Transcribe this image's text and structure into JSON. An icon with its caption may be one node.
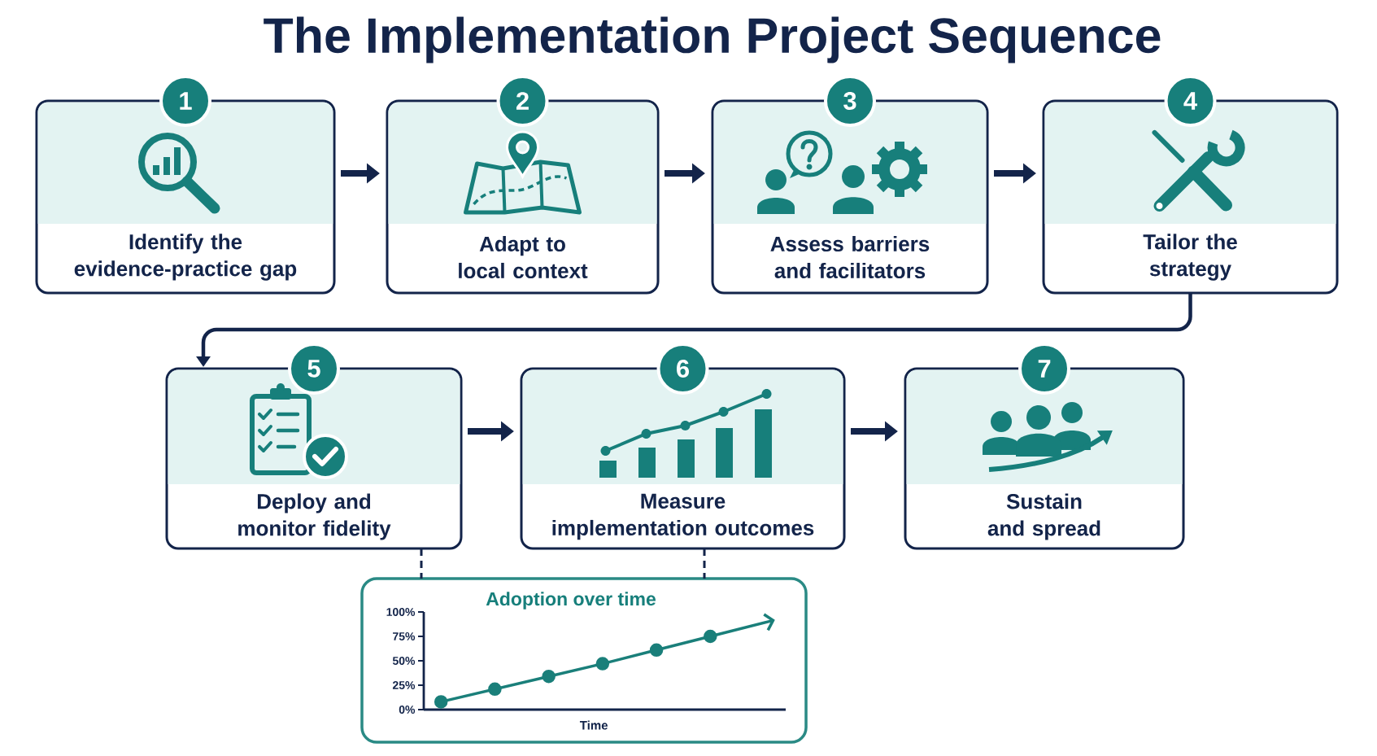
{
  "diagram": {
    "title": "The Implementation Project Sequence",
    "nodes": [
      {
        "text": [
          "1",
          "Identify the evidence-practice gap"
        ]
      },
      {
        "text": [
          "2",
          "Adapt to local context"
        ]
      },
      {
        "text": [
          "3",
          "Assess barriers and facilitators"
        ]
      },
      {
        "text": [
          "4",
          "Tailor the strategy"
        ]
      },
      {
        "text": [
          "5",
          "Deploy and monitor fidelity"
        ]
      },
      {
        "text": [
          "6",
          "Measure implementation outcomes"
        ]
      },
      {
        "text": [
          "7",
          "Sustain and spread"
        ]
      },
      {
        "text": [
          "Adoption over time"
        ]
      }
    ],
    "edges": [
      {
        "from": 0,
        "to": 1,
        "arrow": "to"
      },
      {
        "from": 1,
        "to": 2,
        "arrow": "to"
      },
      {
        "from": 2,
        "to": 3,
        "arrow": "to"
      },
      {
        "from": 3,
        "to": 4,
        "arrow": "to"
      },
      {
        "from": 4,
        "to": 5,
        "arrow": "to"
      },
      {
        "from": 5,
        "to": 6,
        "arrow": "to"
      },
      {
        "from": 4,
        "to": 7,
        "arrow": "none",
        "style": "dashed"
      },
      {
        "from": 5,
        "to": 7,
        "arrow": "none",
        "style": "dashed"
      }
    ],
    "chart_data": {
      "type": "line",
      "xlabel": "Time",
      "categories": [
        null,
        null,
        null,
        null,
        null,
        null
      ],
      "ylim": [
        0,
        100
      ],
      "yticks": [
        {
          "value": 0,
          "label": "0%"
        },
        {
          "value": 25,
          "label": "25%"
        },
        {
          "value": 50,
          "label": "50%"
        },
        {
          "value": 75,
          "label": "75%"
        },
        {
          "value": 100,
          "label": "100%"
        }
      ],
      "series": [
        {
          "color": "#1a7f7a",
          "marker": "circle",
          "values": [
            8,
            21,
            34,
            47,
            61,
            75
          ]
        }
      ]
    }
  }
}
